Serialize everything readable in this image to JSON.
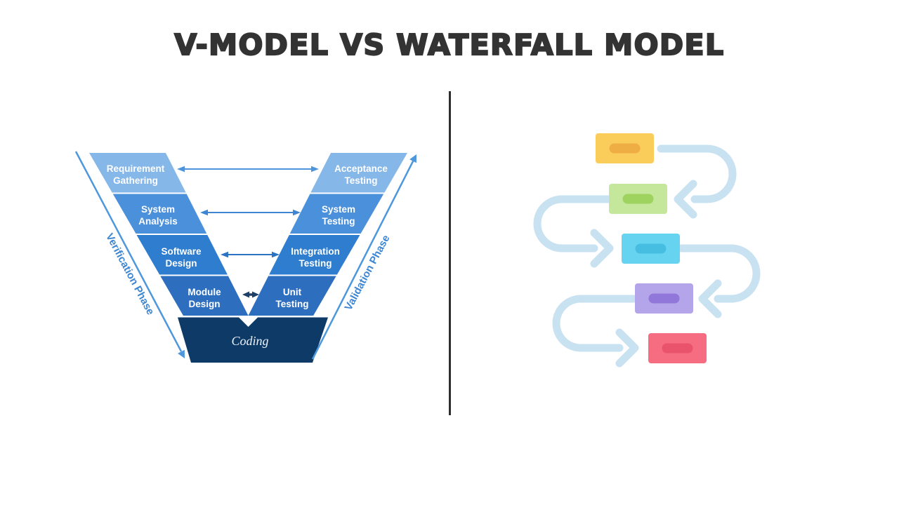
{
  "title": "V-MODEL VS WATERFALL MODEL",
  "v_model": {
    "left_phase_label": "Verification Phase",
    "right_phase_label": "Validation Phase",
    "phase_text_color": "#3E86D2",
    "phase_line_color": "#4D97DD",
    "left_stages": [
      {
        "line1": "Requirement",
        "line2": "Gathering",
        "color": "#85B7E8"
      },
      {
        "line1": "System",
        "line2": "Analysis",
        "color": "#4A90DB"
      },
      {
        "line1": "Software",
        "line2": "Design",
        "color": "#2F7DCE"
      },
      {
        "line1": "Module",
        "line2": "Design",
        "color": "#2D6FBE"
      }
    ],
    "right_stages": [
      {
        "line1": "Acceptance",
        "line2": "Testing",
        "color": "#85B7E8"
      },
      {
        "line1": "System",
        "line2": "Testing",
        "color": "#4A90DB"
      },
      {
        "line1": "Integration",
        "line2": "Testing",
        "color": "#2F7DCE"
      },
      {
        "line1": "Unit",
        "line2": "Testing",
        "color": "#2D6FBE"
      }
    ],
    "coding_label": "Coding",
    "coding_color": "#0D3A67",
    "level_arrow_colors": [
      "#4D94DC",
      "#3E86D2",
      "#2C73C4",
      "#1F3F66"
    ]
  },
  "waterfall": {
    "arrow_color": "#C9E2F1",
    "steps": [
      {
        "name": "step-1",
        "fill": "#FACC5A",
        "pill": "#EFAE43"
      },
      {
        "name": "step-2",
        "fill": "#C5E79B",
        "pill": "#9ED35F"
      },
      {
        "name": "step-3",
        "fill": "#66D4F1",
        "pill": "#45BEE2"
      },
      {
        "name": "step-4",
        "fill": "#B4A4E9",
        "pill": "#9277DB"
      },
      {
        "name": "step-5",
        "fill": "#F66C80",
        "pill": "#E9546C"
      }
    ]
  }
}
